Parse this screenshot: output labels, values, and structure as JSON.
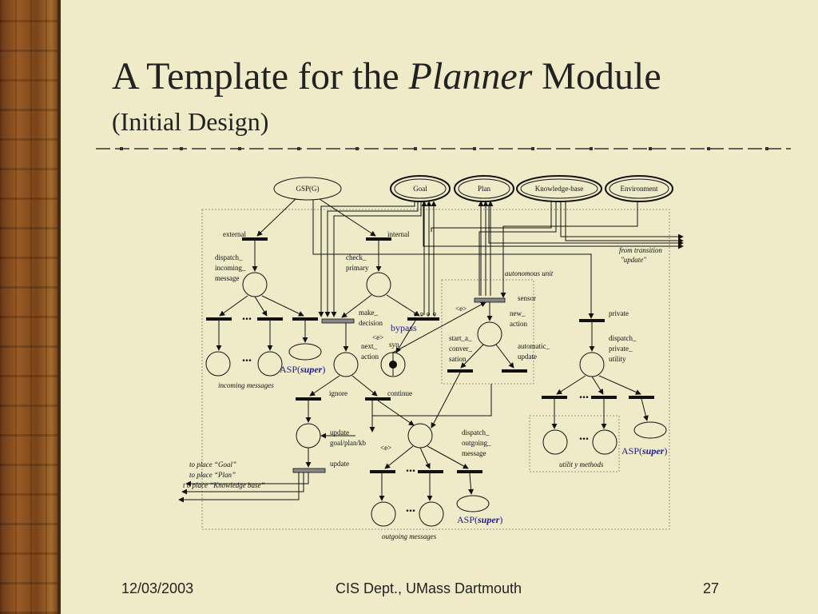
{
  "title": {
    "prefix": "A Template for the ",
    "emph": "Planner",
    "suffix": " Module"
  },
  "subtitle": "(Initial Design)",
  "places_top": [
    "GSP(G)",
    "Goal",
    "Plan",
    "Knowledge-base",
    "Environment"
  ],
  "labels": {
    "external": "external",
    "internal": "internal",
    "from_transition": "from transition",
    "update_q": "\"update\"",
    "dispatch_incoming": [
      "dispatch_",
      "incoming_",
      "message"
    ],
    "check_primary": [
      "check_",
      "primary"
    ],
    "autonomous_unit": "autonomous unit",
    "sensor": "sensor",
    "e": "<e>",
    "new_action": [
      "new_",
      "action"
    ],
    "private": "private",
    "make_decision": [
      "make_",
      "decision"
    ],
    "bypass": "bypass",
    "next_action": [
      "next_",
      "action"
    ],
    "syn": "syn",
    "start_conversation": [
      "start_a_",
      "conver_",
      "sation"
    ],
    "automatic_update": [
      "automatic_",
      "update"
    ],
    "dispatch_private_utility": [
      "dispatch_",
      "private_",
      "utility"
    ],
    "asp_prefix": "ASP(",
    "asp_super": "super",
    "asp_suffix": ")",
    "incoming_messages": "incoming messages",
    "ignore": "ignore",
    "continue": "continue",
    "update_gpk": [
      "update_",
      "goal/plan/kb"
    ],
    "dispatch_outgoing": [
      "dispatch_",
      "outgoing_",
      "message"
    ],
    "update": "update",
    "utility_methods": "utilit   y methods",
    "to_place": [
      "to place “Goal”",
      "to place “Plan”",
      "t     o place “Knowledge base”"
    ],
    "ellipsis": "...",
    "outgoing_messages": "outgoing messages"
  },
  "footer": {
    "date": "12/03/2003",
    "dept": "CIS Dept., UMass Dartmouth",
    "page": "27"
  },
  "colors": {
    "background": "#efebc9",
    "asp_text": "#1a1a9a",
    "border": "#7a4419"
  }
}
